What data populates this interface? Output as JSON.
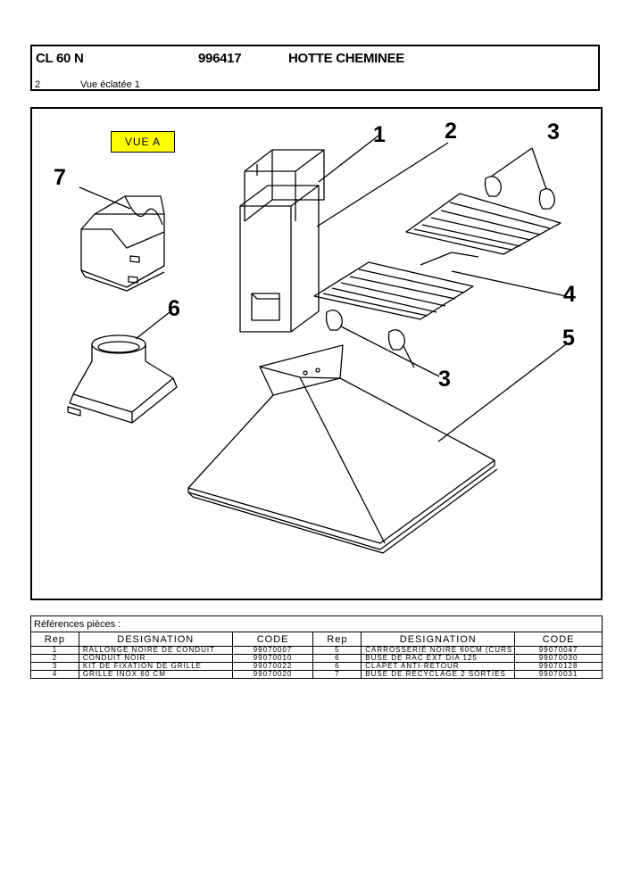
{
  "header": {
    "model": "CL 60 N",
    "reference": "996417",
    "title": "HOTTE CHEMINEE",
    "page": "2",
    "view": "Vue éclatée 1"
  },
  "diagram": {
    "view_label": "VUE A",
    "callouts": [
      "1",
      "2",
      "3",
      "7",
      "4",
      "6",
      "5",
      "3"
    ]
  },
  "parts_table": {
    "caption": "Références pièces  :",
    "headers": [
      "Rep",
      "DESIGNATION",
      "CODE",
      "Rep",
      "DESIGNATION",
      "CODE"
    ],
    "rows": [
      {
        "rep_left": "1",
        "designation_left": "RALLONGE NOIRE DE CONDUIT",
        "code_left": "99070007",
        "rep_right": "5",
        "designation_right": "CARROSSERIE NOIRE 60CM (CURS",
        "code_right": "99070047"
      },
      {
        "rep_left": "2",
        "designation_left": "CONDUIT NOIR",
        "code_left": "99070010",
        "rep_right": "6",
        "designation_right": "BUSE DE RAC EXT DIA 125",
        "code_right": "99070030"
      },
      {
        "rep_left": "3",
        "designation_left": "KIT DE FIXATION DE GRILLE",
        "code_left": "99070022",
        "rep_right": "6",
        "designation_right": "CLAPET ANTI-RETOUR",
        "code_right": "99070128"
      },
      {
        "rep_left": "4",
        "designation_left": "GRILLE INOX 60 CM",
        "code_left": "99070020",
        "rep_right": "7",
        "designation_right": "BUSE DE RECYCLAGE 2 SORTIES",
        "code_right": "99070031"
      }
    ]
  }
}
